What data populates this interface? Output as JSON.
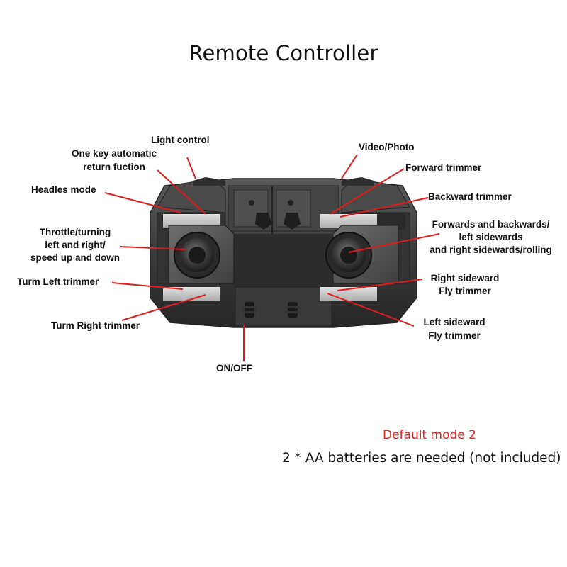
{
  "title": "Remote Controller",
  "labels": {
    "light_control": "Light control",
    "one_key_return_1": "One key automatic",
    "one_key_return_2": "return fuction",
    "headless_mode": "Headles mode",
    "throttle_1": "Throttle/turning",
    "throttle_2": "left and right/",
    "throttle_3": "speed up and down",
    "turn_left_trimmer": "Turm Left trimmer",
    "turn_right_trimmer": "Turm Right trimmer",
    "on_off": "ON/OFF",
    "video_photo": "Video/Photo",
    "forward_trimmer": "Forward trimmer",
    "backward_trimmer": "Backward trimmer",
    "fwd_back_1": "Forwards and backwards/",
    "fwd_back_2": "left sidewards",
    "fwd_back_3": "and right sidewards/rolling",
    "right_sideward_1": "Right sideward",
    "right_sideward_2": "Fly trimmer",
    "left_sideward_1": "Left sideward",
    "left_sideward_2": "Fly trimmer"
  },
  "notes": {
    "default_mode": "Default mode 2",
    "batteries": "2 * AA batteries are needed (not included)"
  },
  "colors": {
    "callout_line": "#e11b1b",
    "accent_red": "#e0201c",
    "controller_body": "#3a3a3a"
  }
}
